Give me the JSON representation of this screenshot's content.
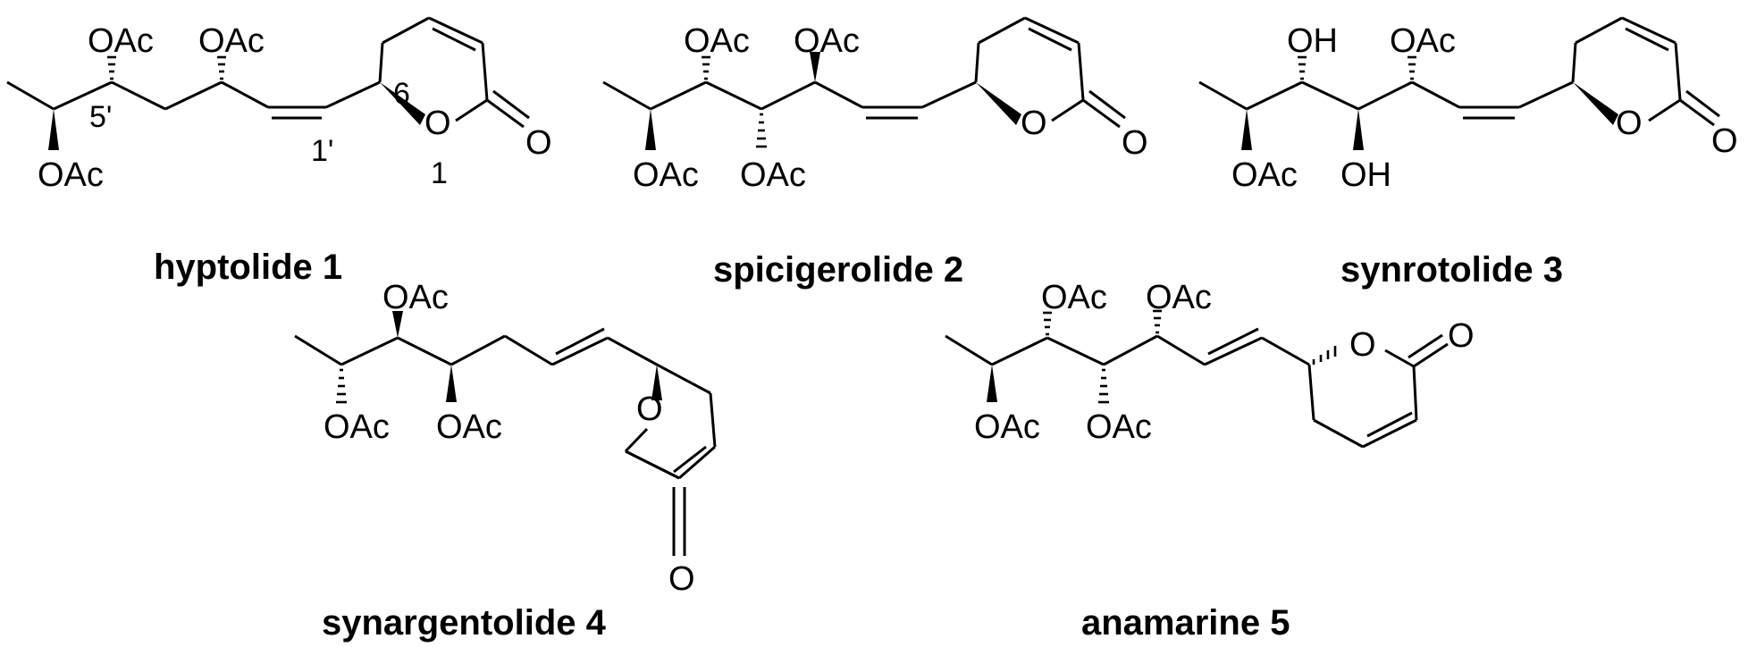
{
  "compounds": [
    {
      "name": "hyptolide 1"
    },
    {
      "name": "spicigerolide 2"
    },
    {
      "name": "synrotolide 3"
    },
    {
      "name": "synargentolide 4"
    },
    {
      "name": "anamarine 5"
    }
  ],
  "atoms": {
    "oac": "OAc",
    "oh": "OH",
    "o": "O"
  },
  "numbering": {
    "n5p": "5'",
    "n1p": "1'",
    "n6": "6",
    "n1": "1"
  }
}
